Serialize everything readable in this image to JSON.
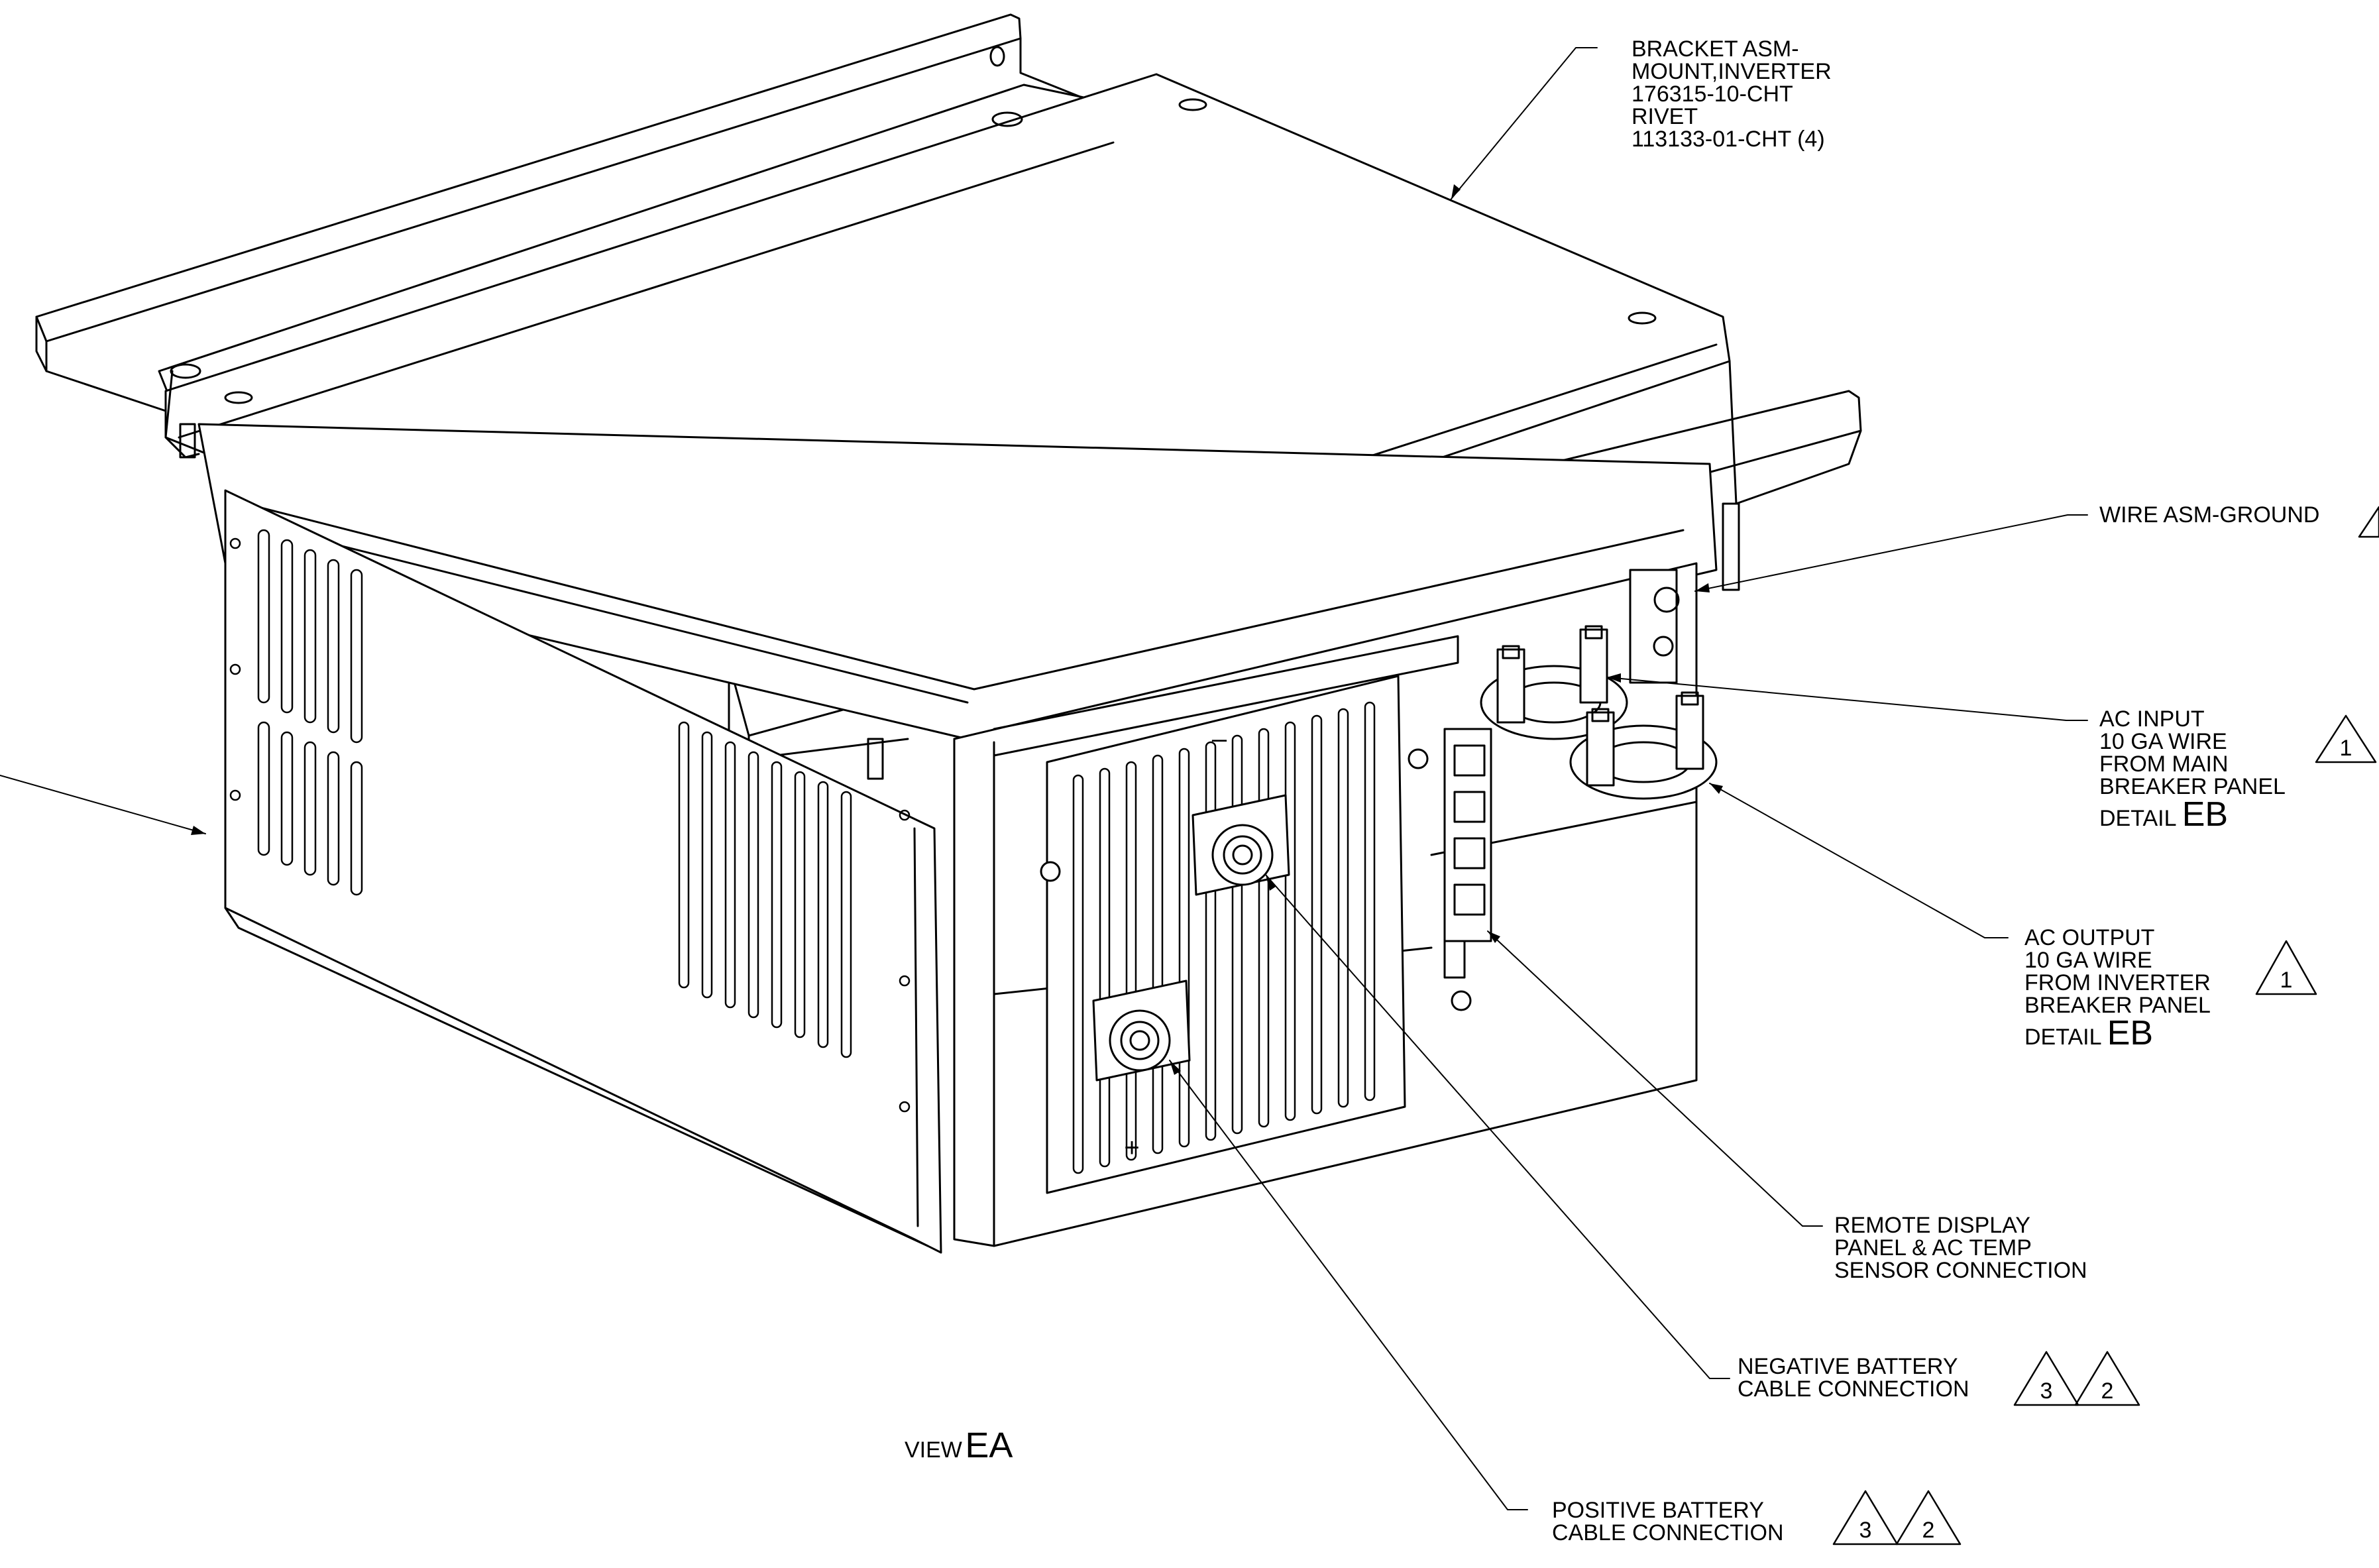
{
  "callouts": {
    "bracket": [
      "BRACKET ASM-",
      "MOUNT,INVERTER",
      "176315-10-CHT",
      "RIVET",
      "113133-01-CHT (4)"
    ],
    "ground": [
      "WIRE ASM-GROUND"
    ],
    "ac_input": [
      "AC INPUT",
      "10 GA WIRE",
      "FROM MAIN",
      "BREAKER PANEL"
    ],
    "ac_input_detail": {
      "prefix": "DETAIL",
      "ref": "EB"
    },
    "ac_output": [
      "AC OUTPUT",
      "10 GA WIRE",
      "FROM INVERTER",
      "BREAKER PANEL"
    ],
    "ac_output_detail": {
      "prefix": "DETAIL",
      "ref": "EB"
    },
    "remote": [
      "REMOTE DISPLAY",
      "PANEL & AC TEMP",
      "SENSOR CONNECTION"
    ],
    "negative": [
      "NEGATIVE BATTERY",
      "CABLE CONNECTION"
    ],
    "positive": [
      "POSITIVE BATTERY",
      "CABLE CONNECTION"
    ]
  },
  "view": {
    "prefix": "VIEW",
    "ref": "EA"
  },
  "flags": {
    "ac_input": [
      "1"
    ],
    "ac_output": [
      "1"
    ],
    "negative": [
      "3",
      "2"
    ],
    "positive": [
      "3",
      "2"
    ]
  },
  "terminal_marks": {
    "negative": "–",
    "positive": "+"
  }
}
